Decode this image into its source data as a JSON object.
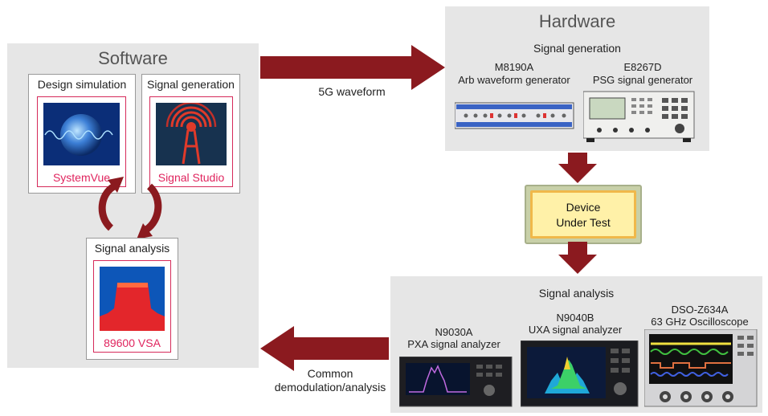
{
  "software": {
    "title": "Software",
    "design_sim": {
      "title": "Design simulation",
      "caption": "SystemVue"
    },
    "signal_gen": {
      "title": "Signal generation",
      "caption": "Signal Studio"
    },
    "signal_analysis": {
      "title": "Signal analysis",
      "caption": "89600 VSA"
    }
  },
  "hardware": {
    "title": "Hardware",
    "subtitle": "Signal generation",
    "instruments": [
      {
        "model": "M8190A",
        "desc": "Arb waveform generator"
      },
      {
        "model": "E8267D",
        "desc": "PSG signal generator"
      }
    ]
  },
  "arrows": {
    "top_label": "5G waveform",
    "bottom_label_line1": "Common",
    "bottom_label_line2": "demodulation/analysis"
  },
  "dut": {
    "line1": "Device",
    "line2": "Under Test"
  },
  "analysis": {
    "title": "Signal analysis",
    "instruments": [
      {
        "model": "N9030A",
        "desc": "PXA signal analyzer"
      },
      {
        "model": "N9040B",
        "desc": "UXA signal analyzer"
      },
      {
        "model": "DSO-Z634A",
        "desc": "63 GHz Oscilloscope"
      }
    ]
  },
  "colors": {
    "arrow": "#8b1a1f",
    "panel": "#e6e6e6",
    "icon_border": "#d62a5a",
    "dut_fill": "#fff1a8"
  }
}
